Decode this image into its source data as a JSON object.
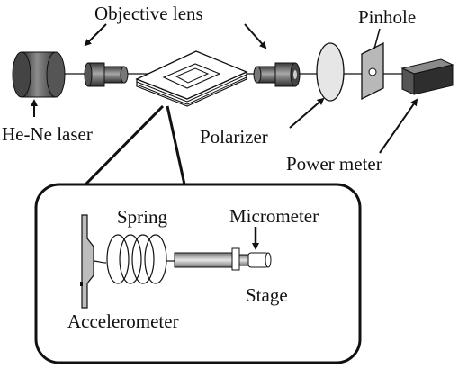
{
  "labels": {
    "objective_lens": "Objective lens",
    "pinhole": "Pinhole",
    "he_ne_laser": "He-Ne laser",
    "polarizer": "Polarizer",
    "power_meter": "Power meter",
    "spring": "Spring",
    "micrometer": "Micrometer",
    "stage": "Stage",
    "accelerometer": "Accelerometer"
  }
}
